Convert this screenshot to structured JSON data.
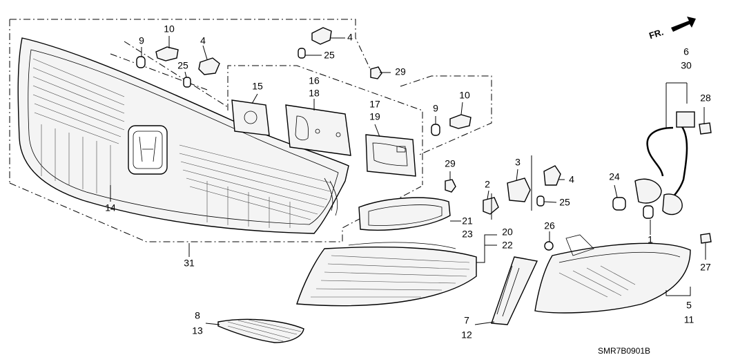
{
  "diagram_code": "SMR7B0901B",
  "direction_label": "FR.",
  "callouts": {
    "c1": "1",
    "c2": "2",
    "c3": "3",
    "c4a": "4",
    "c4b": "4",
    "c4c": "4",
    "c5": "5",
    "c11": "11",
    "c6": "6",
    "c30": "30",
    "c7": "7",
    "c12": "12",
    "c8": "8",
    "c13": "13",
    "c9a": "9",
    "c9b": "9",
    "c10a": "10",
    "c10b": "10",
    "c14": "14",
    "c15": "15",
    "c16": "16",
    "c18": "18",
    "c17": "17",
    "c19": "19",
    "c20": "20",
    "c22": "22",
    "c21": "21",
    "c23": "23",
    "c24": "24",
    "c25a": "25",
    "c25b": "25",
    "c25c": "25",
    "c26": "26",
    "c27": "27",
    "c28": "28",
    "c29a": "29",
    "c29b": "29",
    "c31": "31"
  }
}
